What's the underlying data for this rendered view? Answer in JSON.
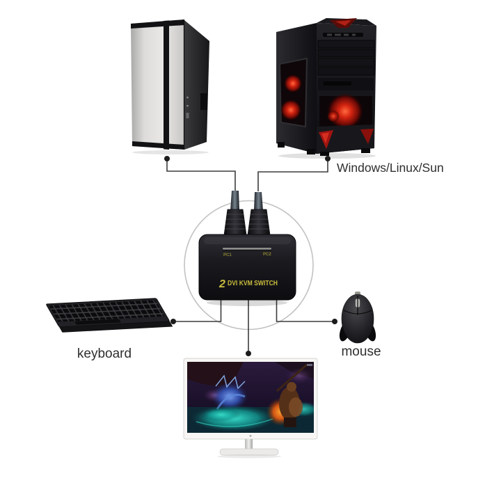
{
  "diagram": {
    "os_label": "Windows/Linux/Sun",
    "keyboard_label": "keyboard",
    "mouse_label": "mouse"
  },
  "kvm_switch": {
    "model_number": "2",
    "model_name": "DVI KVM SWITCH",
    "port1_label": "PC1",
    "port2_label": "PC2"
  },
  "icons": {
    "connector_dot": "●"
  },
  "colors": {
    "accent_yellow": "#c9bb3e",
    "port_label_yellow": "#8f8530",
    "glow_red": "#cc1a10",
    "connection_line": "#3c3c3c",
    "circle_stroke": "#c2c2c2",
    "background": "#ffffff"
  }
}
